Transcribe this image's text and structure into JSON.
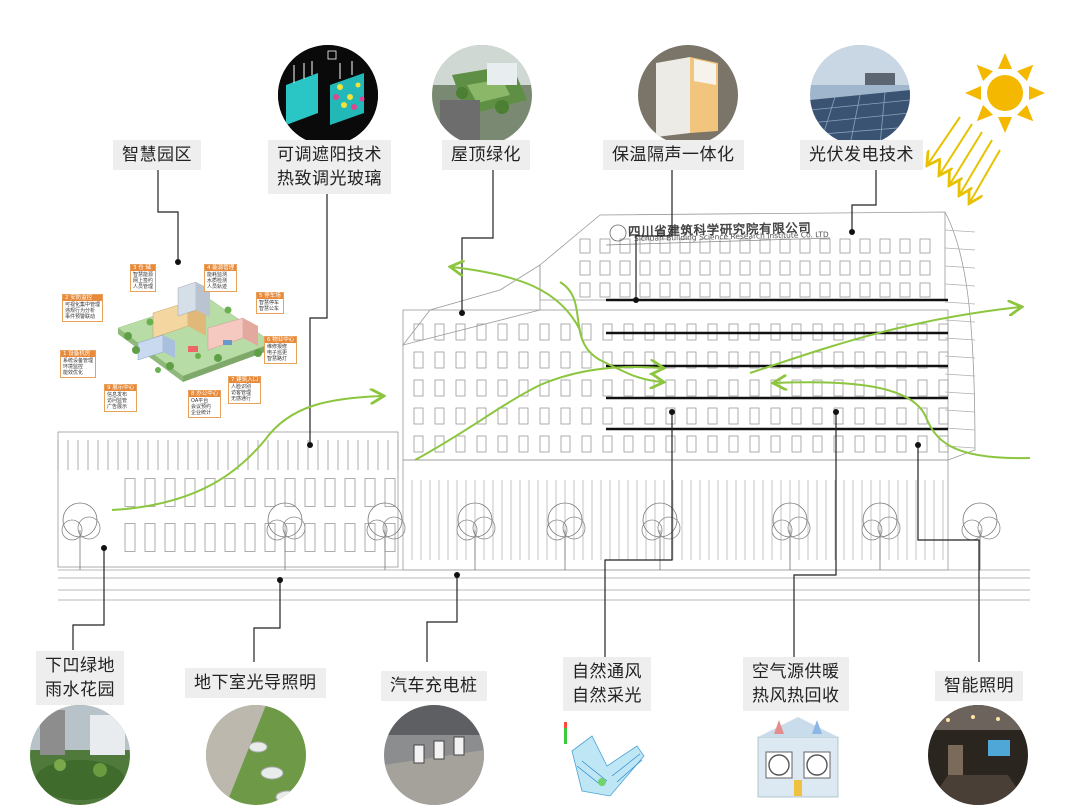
{
  "labels": {
    "smart_park": "智慧园区",
    "shading": [
      "可调遮阳技术",
      "热致调光玻璃"
    ],
    "roof_green": "屋顶绿化",
    "insulation": "保温隔声一体化",
    "pv": "光伏发电技术",
    "rain_garden": [
      "下凹绿地",
      "雨水花园"
    ],
    "basement_light": "地下室光导照明",
    "ev_charging": "汽车充电桩",
    "natural_vent": [
      "自然通风",
      "自然采光"
    ],
    "air_source": [
      "空气源供暖",
      "热风热回收"
    ],
    "smart_lighting": "智能照明"
  },
  "building_sign": {
    "cn": "四川省建筑科学研究院有限公司",
    "en": "Sichuan Building Science Research Institute Co. LTD"
  },
  "park_panel": {
    "cards": [
      {
        "title": "3 仓 储",
        "lines": [
          "智慧能源",
          "网上签约",
          "人员管理"
        ]
      },
      {
        "title": "4 能源管理",
        "lines": [
          "能耗监测",
          "水质检测",
          "人员轨迹"
        ]
      },
      {
        "title": "2 安防监控",
        "lines": [
          "可视化集中管理",
          "违规行为分析",
          "事件预警联动"
        ]
      },
      {
        "title": "5 停车场",
        "lines": [
          "智慧停车",
          "智慧公车"
        ]
      },
      {
        "title": "1 设备机房",
        "lines": [
          "系统设备管理",
          "环境监控",
          "能效优化"
        ]
      },
      {
        "title": "6 物业中心",
        "lines": [
          "维修报修",
          "电子巡更",
          "智慧路灯"
        ]
      },
      {
        "title": "7 建筑入口",
        "lines": [
          "人脸识别",
          "访客管理",
          "无感通行"
        ]
      },
      {
        "title": "8 办公中心",
        "lines": [
          "OA平台",
          "会议预约",
          "企业统计"
        ]
      },
      {
        "title": "9 展示中心",
        "lines": [
          "信息发布",
          "访问监管",
          "广告展示"
        ]
      }
    ]
  },
  "colors": {
    "label_bg": "#eeeeee",
    "arrow_green": "#8cc63f",
    "sun": "#f5b800",
    "sun_rays": "#e8c200",
    "line": "#222222"
  },
  "icons": [
    "sun-icon",
    "sun-ray-arrows-icon",
    "wind-arrow-icon"
  ]
}
